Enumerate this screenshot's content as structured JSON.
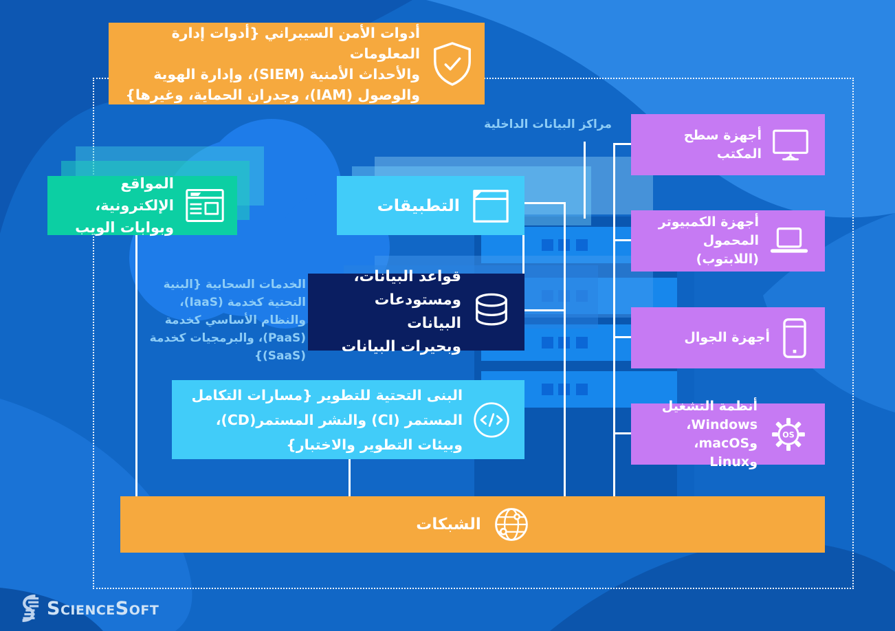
{
  "colors": {
    "background": "#1167c6",
    "orange": "#f6a93e",
    "teal": "#0ccfa3",
    "light_blue_box": "#41ccf9",
    "navy_box": "#0a1e61",
    "purple_box": "#c67af3",
    "cloud": "#1e7ce9",
    "rack_unit": "#1787ec",
    "note_text": "#8ecdf6",
    "connector": "#ffffff"
  },
  "security_tools": {
    "lines": [
      "أدوات الأمن السيبراني {أدوات إدارة المعلومات",
      "والأحداث الأمنية (SIEM)، وإدارة الهوية",
      "والوصول (IAM)، وجدران الحماية، وغيرها}"
    ]
  },
  "websites": {
    "lines": [
      "المواقع الإلكترونية،",
      "وبوابات الويب"
    ]
  },
  "applications": {
    "label": "التطبيقات"
  },
  "databases": {
    "lines": [
      "قواعد البيانات،",
      "ومستودعات البيانات",
      "وبحيرات البيانات"
    ]
  },
  "cloud_services": {
    "lines": [
      "الخدمات السحابية {البنية",
      "التحتية كخدمة (IaaS)،",
      "والنظام الأساسي كخدمة",
      "(PaaS)، والبرمجيات كخدمة",
      "(SaaS)}"
    ]
  },
  "dev_infrastructure": {
    "lines": [
      "البنى التحتية للتطوير {مسارات التكامل",
      "المستمر (CI) والنشر المستمر(CD)،",
      "وبيئات التطوير والاختبار}"
    ]
  },
  "data_centers_label": "مراكز البيانات الداخلية",
  "devices": [
    {
      "name": "desktop",
      "lines": [
        "أجهزة سطح",
        "المكتب"
      ]
    },
    {
      "name": "laptop",
      "lines": [
        "أجهزة الكمبيوتر",
        "المحمول (اللابتوب)"
      ]
    },
    {
      "name": "mobile",
      "lines": [
        "أجهزة الجوال"
      ]
    },
    {
      "name": "operating-systems",
      "lines": [
        "أنظمة التشغيل",
        "Windows، وmacOS،",
        "وLinux"
      ],
      "icon_text": "OS"
    }
  ],
  "networks": {
    "label": "الشبكات"
  },
  "logo": {
    "text": "ScienceSoft"
  }
}
